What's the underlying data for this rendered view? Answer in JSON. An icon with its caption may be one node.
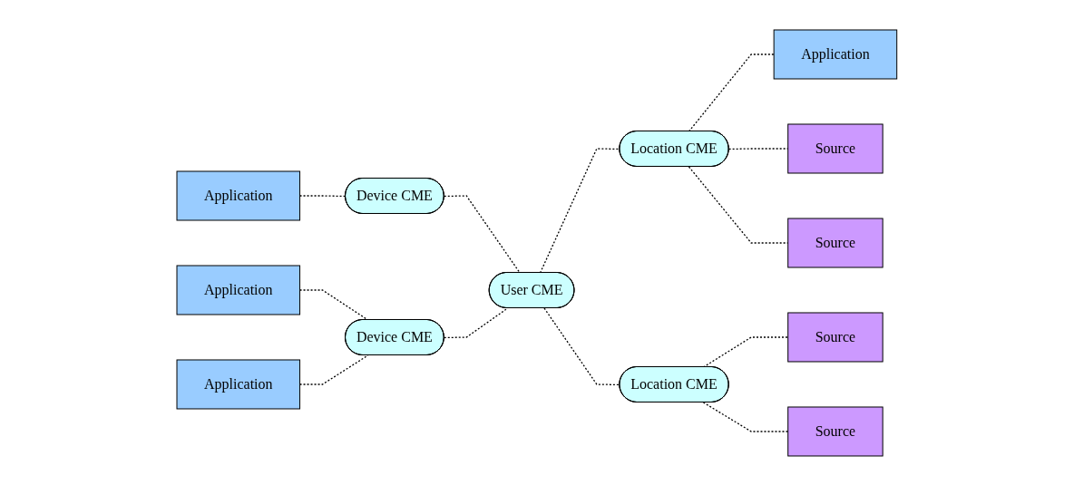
{
  "diagram": {
    "nodes": [
      {
        "text": [
          "Application"
        ]
      },
      {
        "text": [
          "Application"
        ]
      },
      {
        "text": [
          "Device CME"
        ]
      },
      {
        "text": [
          "Location CME"
        ]
      },
      {
        "text": [
          "Source"
        ]
      },
      {
        "text": [
          "Source"
        ]
      },
      {
        "text": [
          "User CME"
        ]
      },
      {
        "text": [
          "Application"
        ]
      },
      {
        "text": [
          "Source"
        ]
      },
      {
        "text": [
          "Device CME"
        ]
      },
      {
        "text": [
          "Location CME"
        ]
      },
      {
        "text": [
          "Source"
        ]
      },
      {
        "text": [
          "Application"
        ]
      }
    ],
    "edges": [
      {
        "from": 1,
        "to": 2,
        "arrow": "none",
        "style": "dashed"
      },
      {
        "from": 2,
        "to": 6,
        "arrow": "none",
        "style": "dashed"
      },
      {
        "from": 6,
        "to": 3,
        "arrow": "none",
        "style": "dashed"
      },
      {
        "from": 3,
        "to": 0,
        "arrow": "none",
        "style": "dashed"
      },
      {
        "from": 3,
        "to": 4,
        "arrow": "none",
        "style": "dashed"
      },
      {
        "from": 3,
        "to": 5,
        "arrow": "none",
        "style": "dashed"
      },
      {
        "from": 9,
        "to": 6,
        "arrow": "none",
        "style": "dashed"
      },
      {
        "from": 6,
        "to": 10,
        "arrow": "none",
        "style": "dashed"
      },
      {
        "from": 7,
        "to": 9,
        "arrow": "none",
        "style": "dashed"
      },
      {
        "from": 12,
        "to": 9,
        "arrow": "none",
        "style": "dashed"
      },
      {
        "from": 10,
        "to": 8,
        "arrow": "none",
        "style": "dashed"
      },
      {
        "from": 10,
        "to": 11,
        "arrow": "none",
        "style": "dashed"
      }
    ]
  }
}
